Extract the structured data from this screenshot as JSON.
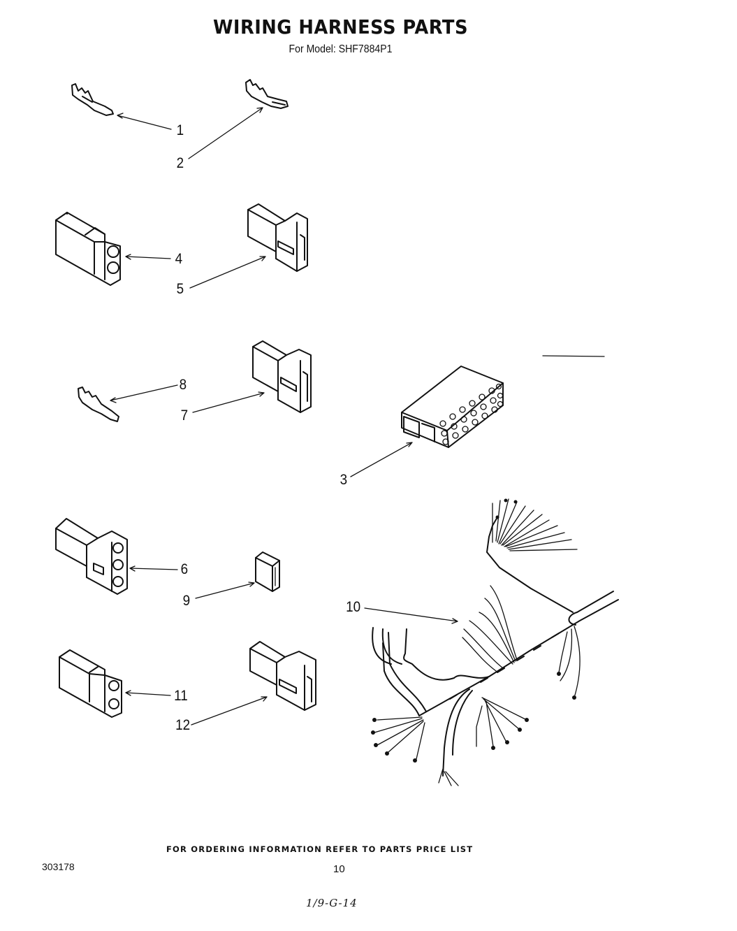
{
  "title": "WIRING HARNESS PARTS",
  "subtitle": "For Model: SHF7884P1",
  "callouts": [
    {
      "key": "c1",
      "label": "1"
    },
    {
      "key": "c2",
      "label": "2"
    },
    {
      "key": "c3",
      "label": "3"
    },
    {
      "key": "c4",
      "label": "4"
    },
    {
      "key": "c5",
      "label": "5"
    },
    {
      "key": "c6",
      "label": "6"
    },
    {
      "key": "c7",
      "label": "7"
    },
    {
      "key": "c8",
      "label": "8"
    },
    {
      "key": "c9",
      "label": "9"
    },
    {
      "key": "c10",
      "label": "10"
    },
    {
      "key": "c11",
      "label": "11"
    },
    {
      "key": "c12",
      "label": "12"
    }
  ],
  "footer": {
    "ordering_note": "FOR ORDERING INFORMATION REFER TO PARTS PRICE LIST",
    "doc_number": "303178",
    "page_number": "10",
    "handwritten_note": "1/9-G-14"
  }
}
